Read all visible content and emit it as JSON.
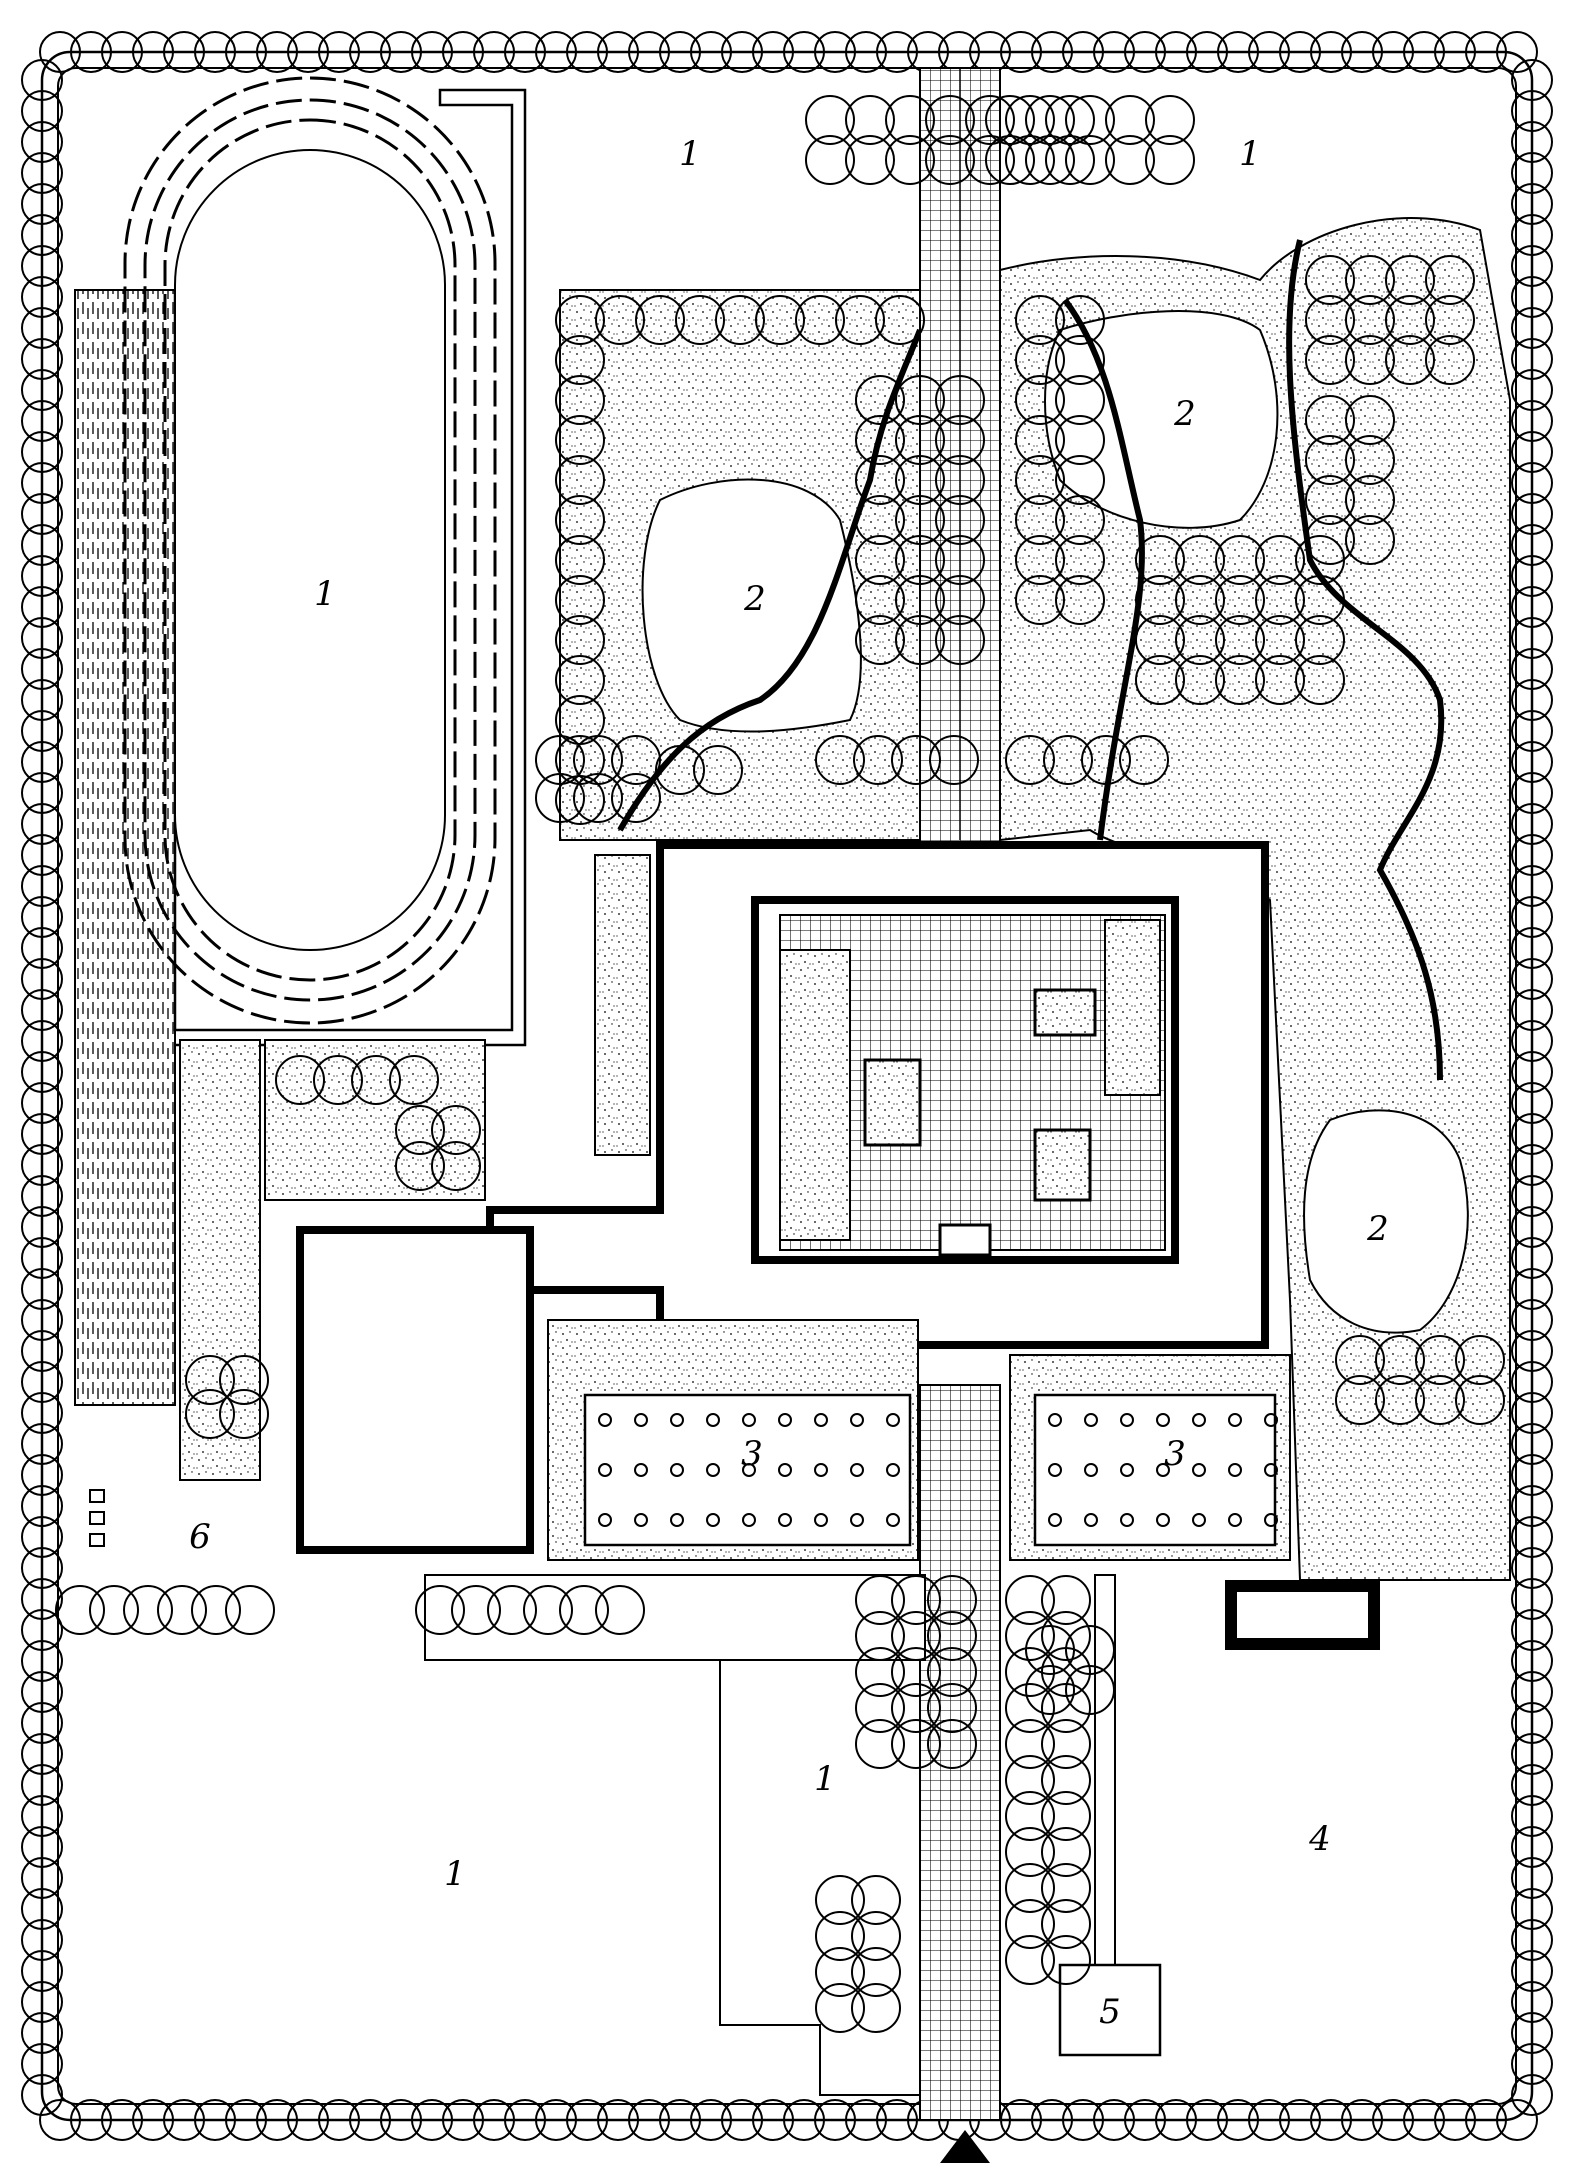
{
  "labels": {
    "zone1_top_center": "1",
    "zone1_top_right": "1",
    "zone1_stadium": "1",
    "zone2_left": "2",
    "zone2_upper_right": "2",
    "zone2_right": "2",
    "zone3_left": "3",
    "zone3_right": "3",
    "zone6": "6",
    "zone1_bottom_left": "1",
    "zone1_bottom_center": "1",
    "zone4": "4",
    "zone5": "5"
  },
  "icons": {
    "entrance": "entrance-arrow-icon"
  },
  "colors": {
    "ink": "#000000",
    "paper": "#ffffff",
    "stipple": "#000000"
  }
}
